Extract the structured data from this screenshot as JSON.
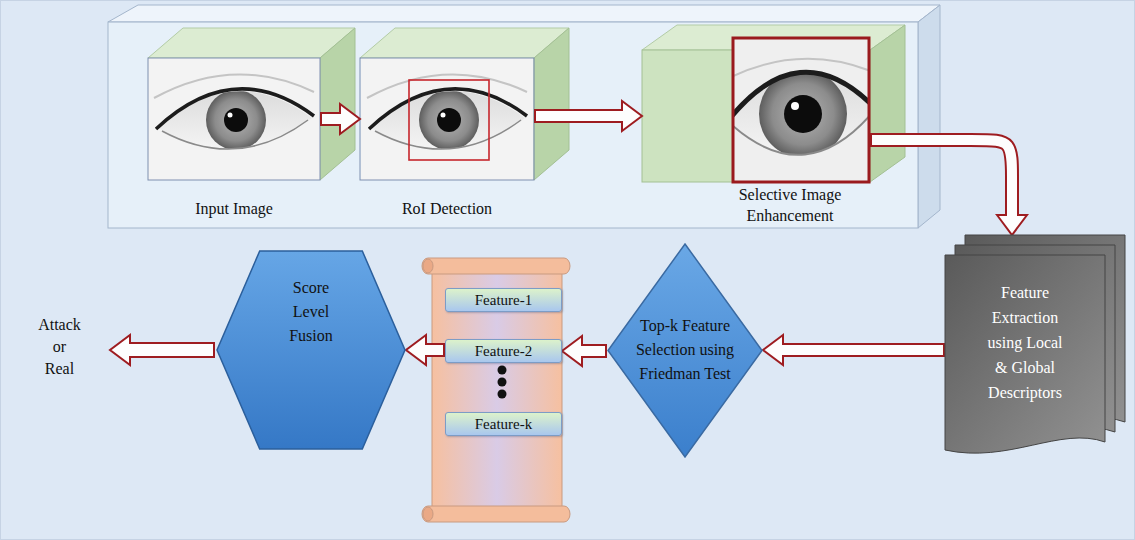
{
  "diagram": {
    "nodes": [
      {
        "text": [
          "Input Image"
        ]
      },
      {
        "text": [
          "RoI Detection"
        ]
      },
      {
        "text": [
          "Selective Image Enhancement"
        ]
      },
      {
        "text": [
          "Feature Extraction using Local & Global Descriptors"
        ]
      },
      {
        "text": [
          "Top-k Feature Selection using Friedman Test"
        ]
      },
      {
        "text": [
          "Feature-1"
        ]
      },
      {
        "text": [
          "Feature-2"
        ]
      },
      {
        "text": [
          "Feature-k"
        ]
      },
      {
        "text": [
          "Score Level Fusion"
        ]
      }
    ],
    "edges": [
      {
        "from": 0,
        "to": 1,
        "arrow": "to"
      },
      {
        "from": 1,
        "to": 2,
        "arrow": "to"
      },
      {
        "from": 2,
        "to": 3,
        "arrow": "to"
      },
      {
        "from": 3,
        "to": 4,
        "arrow": "to"
      },
      {
        "from": 4,
        "to": 6,
        "arrow": "to"
      },
      {
        "from": 6,
        "to": 8,
        "arrow": "to"
      }
    ],
    "labels": [
      "Attack or Real"
    ]
  }
}
